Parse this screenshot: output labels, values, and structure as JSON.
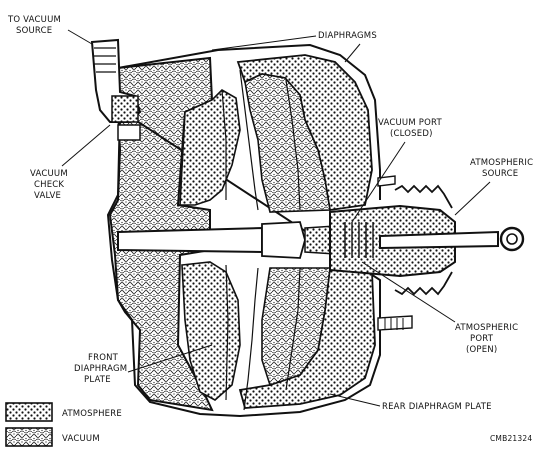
{
  "labels": {
    "to_vacuum_source": [
      "TO VACUUM",
      "SOURCE"
    ],
    "vacuum_check_valve": [
      "VACUUM",
      "CHECK",
      "VALVE"
    ],
    "diaphragms": "DIAPHRAGMS",
    "vacuum_port": [
      "VACUUM PORT",
      "(CLOSED)"
    ],
    "atmospheric_source": [
      "ATMOSPHERIC",
      "SOURCE"
    ],
    "atmospheric_port": [
      "ATMOSPHERIC",
      "PORT",
      "(OPEN)"
    ],
    "front_diaphragm_plate": [
      "FRONT",
      "DIAPHRAGM",
      "PLATE"
    ],
    "rear_diaphragm_plate": "REAR DIAPHRAGM PLATE"
  },
  "legend": {
    "atmosphere": "ATMOSPHERE",
    "vacuum": "VACUUM"
  },
  "figure_code": "CMB21324",
  "colors": {
    "ink": "#111111",
    "paper": "#ffffff"
  }
}
